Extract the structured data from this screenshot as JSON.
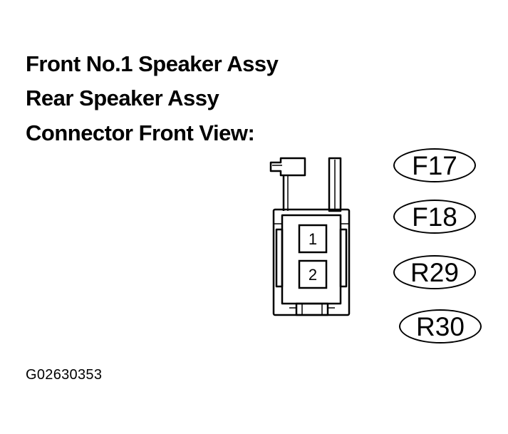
{
  "title_lines": [
    "Front No.1 Speaker Assy",
    "Rear Speaker Assy",
    "Connector Front View:"
  ],
  "connector": {
    "pins": [
      "1",
      "2"
    ]
  },
  "connector_codes": [
    "F17",
    "F18",
    "R29",
    "R30"
  ],
  "figure_id": "G02630353",
  "colors": {
    "ink": "#000000",
    "background": "#ffffff"
  }
}
